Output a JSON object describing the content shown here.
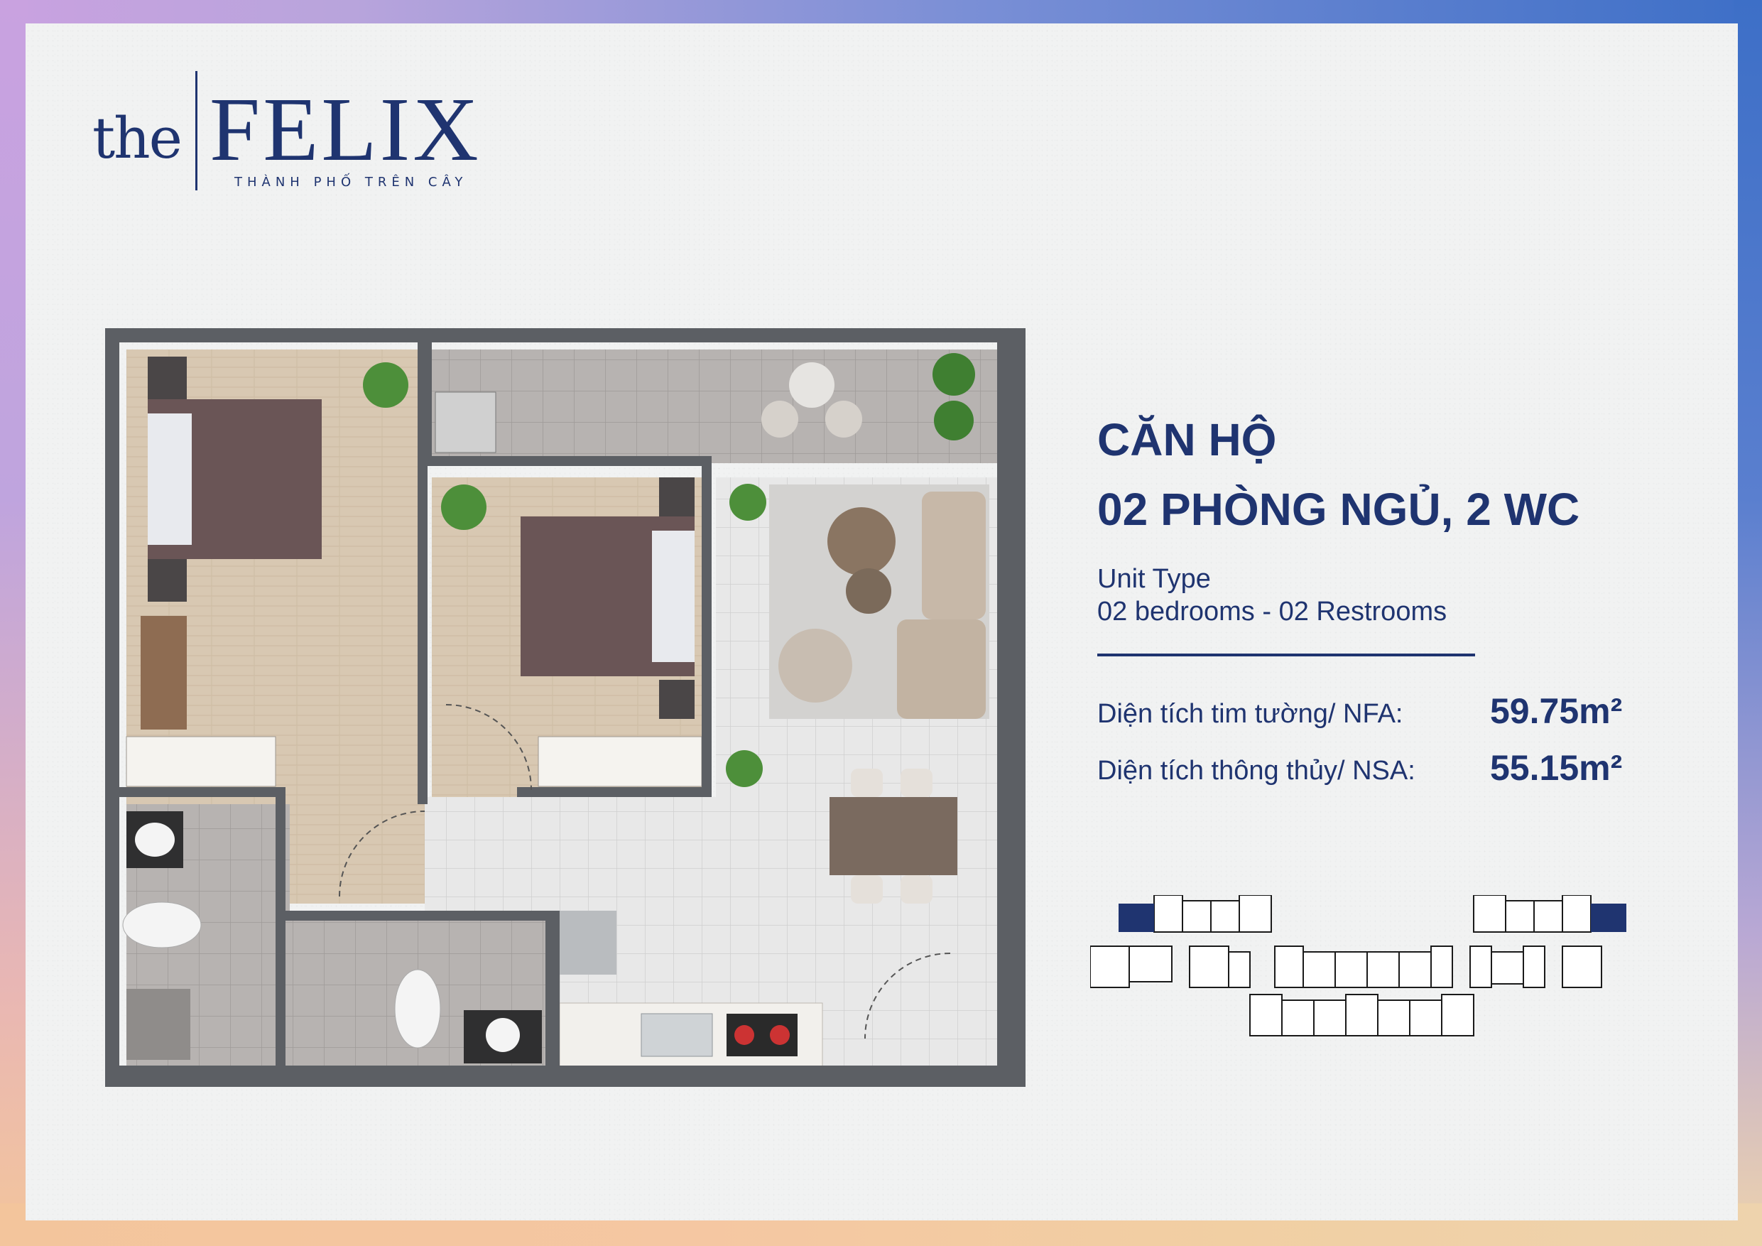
{
  "brand": {
    "prefix": "the",
    "name": "FELIX",
    "tagline": "THÀNH PHỐ TRÊN CÂY",
    "color": "#1f3470"
  },
  "unit": {
    "title_line1": "CĂN HỘ",
    "title_line2": "02 PHÒNG NGỦ, 2 WC",
    "type_label": "Unit Type",
    "type_desc": "02 bedrooms - 02 Restrooms"
  },
  "areas": [
    {
      "label": "Diện tích tim tường/ NFA:",
      "value": "59.75m²"
    },
    {
      "label": "Diện tích thông thủy/ NSA:",
      "value": "55.15m²"
    }
  ],
  "colors": {
    "accent": "#1f3470",
    "wall": "#5c5f64",
    "wood_floor": "#d9c9b3",
    "tile_floor": "#e7e7e7",
    "bed": "#6a5556",
    "highlight_unit": "#1f3470"
  }
}
